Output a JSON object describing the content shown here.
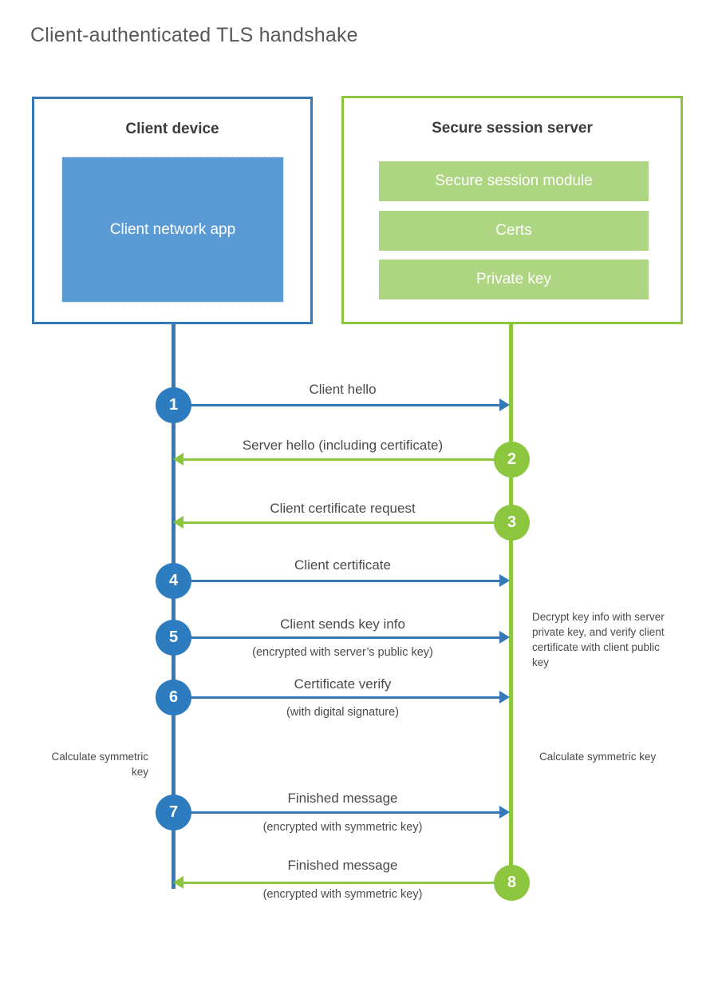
{
  "title": "Client-authenticated TLS handshake",
  "actors": {
    "client": {
      "title": "Client device",
      "app_label": "Client network app"
    },
    "server": {
      "title": "Secure session server",
      "components": [
        "Secure session module",
        "Certs",
        "Private key"
      ]
    }
  },
  "steps": [
    {
      "number": "1",
      "label": "Client hello",
      "sublabel": "",
      "direction": "client-to-server",
      "color": "blue"
    },
    {
      "number": "2",
      "label": "Server hello (including certificate)",
      "sublabel": "",
      "direction": "server-to-client",
      "color": "green"
    },
    {
      "number": "3",
      "label": "Client certificate request",
      "sublabel": "",
      "direction": "server-to-client",
      "color": "green"
    },
    {
      "number": "4",
      "label": "Client certificate",
      "sublabel": "",
      "direction": "client-to-server",
      "color": "blue"
    },
    {
      "number": "5",
      "label": "Client sends key info",
      "sublabel": "(encrypted with server’s public key)",
      "direction": "client-to-server",
      "color": "blue"
    },
    {
      "number": "6",
      "label": "Certificate verify",
      "sublabel": "(with digital signature)",
      "direction": "client-to-server",
      "color": "blue"
    },
    {
      "number": "7",
      "label": "Finished message",
      "sublabel": "(encrypted with symmetric key)",
      "direction": "client-to-server",
      "color": "blue"
    },
    {
      "number": "8",
      "label": "Finished message",
      "sublabel": "(encrypted with symmetric key)",
      "direction": "server-to-client",
      "color": "green"
    }
  ],
  "notes": {
    "server_decrypt": "Decrypt key info with server private key, and verify client certificate with client public key",
    "client_calculate": "Calculate symmetric key",
    "server_calculate": "Calculate symmetric key"
  },
  "colors": {
    "client_blue": "#3579b8",
    "client_app_fill": "#5b9bd5",
    "step_blue": "#2e7cc0",
    "server_green": "#8cc63e",
    "server_bar_fill": "#aed581",
    "text": "#4a4a4a",
    "background": "#ffffff"
  },
  "chart_data": {
    "type": "sequence-diagram",
    "title": "Client-authenticated TLS handshake",
    "participants": [
      "Client device",
      "Secure session server"
    ],
    "messages": [
      {
        "seq": 1,
        "from": "Client device",
        "to": "Secure session server",
        "text": "Client hello"
      },
      {
        "seq": 2,
        "from": "Secure session server",
        "to": "Client device",
        "text": "Server hello (including certificate)"
      },
      {
        "seq": 3,
        "from": "Secure session server",
        "to": "Client device",
        "text": "Client certificate request"
      },
      {
        "seq": 4,
        "from": "Client device",
        "to": "Secure session server",
        "text": "Client certificate"
      },
      {
        "seq": 5,
        "from": "Client device",
        "to": "Secure session server",
        "text": "Client sends key info (encrypted with server’s public key)"
      },
      {
        "seq": 6,
        "from": "Client device",
        "to": "Secure session server",
        "text": "Certificate verify (with digital signature)"
      },
      {
        "seq": 7,
        "from": "Client device",
        "to": "Secure session server",
        "text": "Finished message (encrypted with symmetric key)"
      },
      {
        "seq": 8,
        "from": "Secure session server",
        "to": "Client device",
        "text": "Finished message (encrypted with symmetric key)"
      }
    ],
    "annotations": [
      {
        "side": "server",
        "after_seq": 5,
        "text": "Decrypt key info with server private key, and verify client certificate with client public key"
      },
      {
        "side": "client",
        "after_seq": 6,
        "text": "Calculate symmetric key"
      },
      {
        "side": "server",
        "after_seq": 6,
        "text": "Calculate symmetric key"
      }
    ]
  }
}
